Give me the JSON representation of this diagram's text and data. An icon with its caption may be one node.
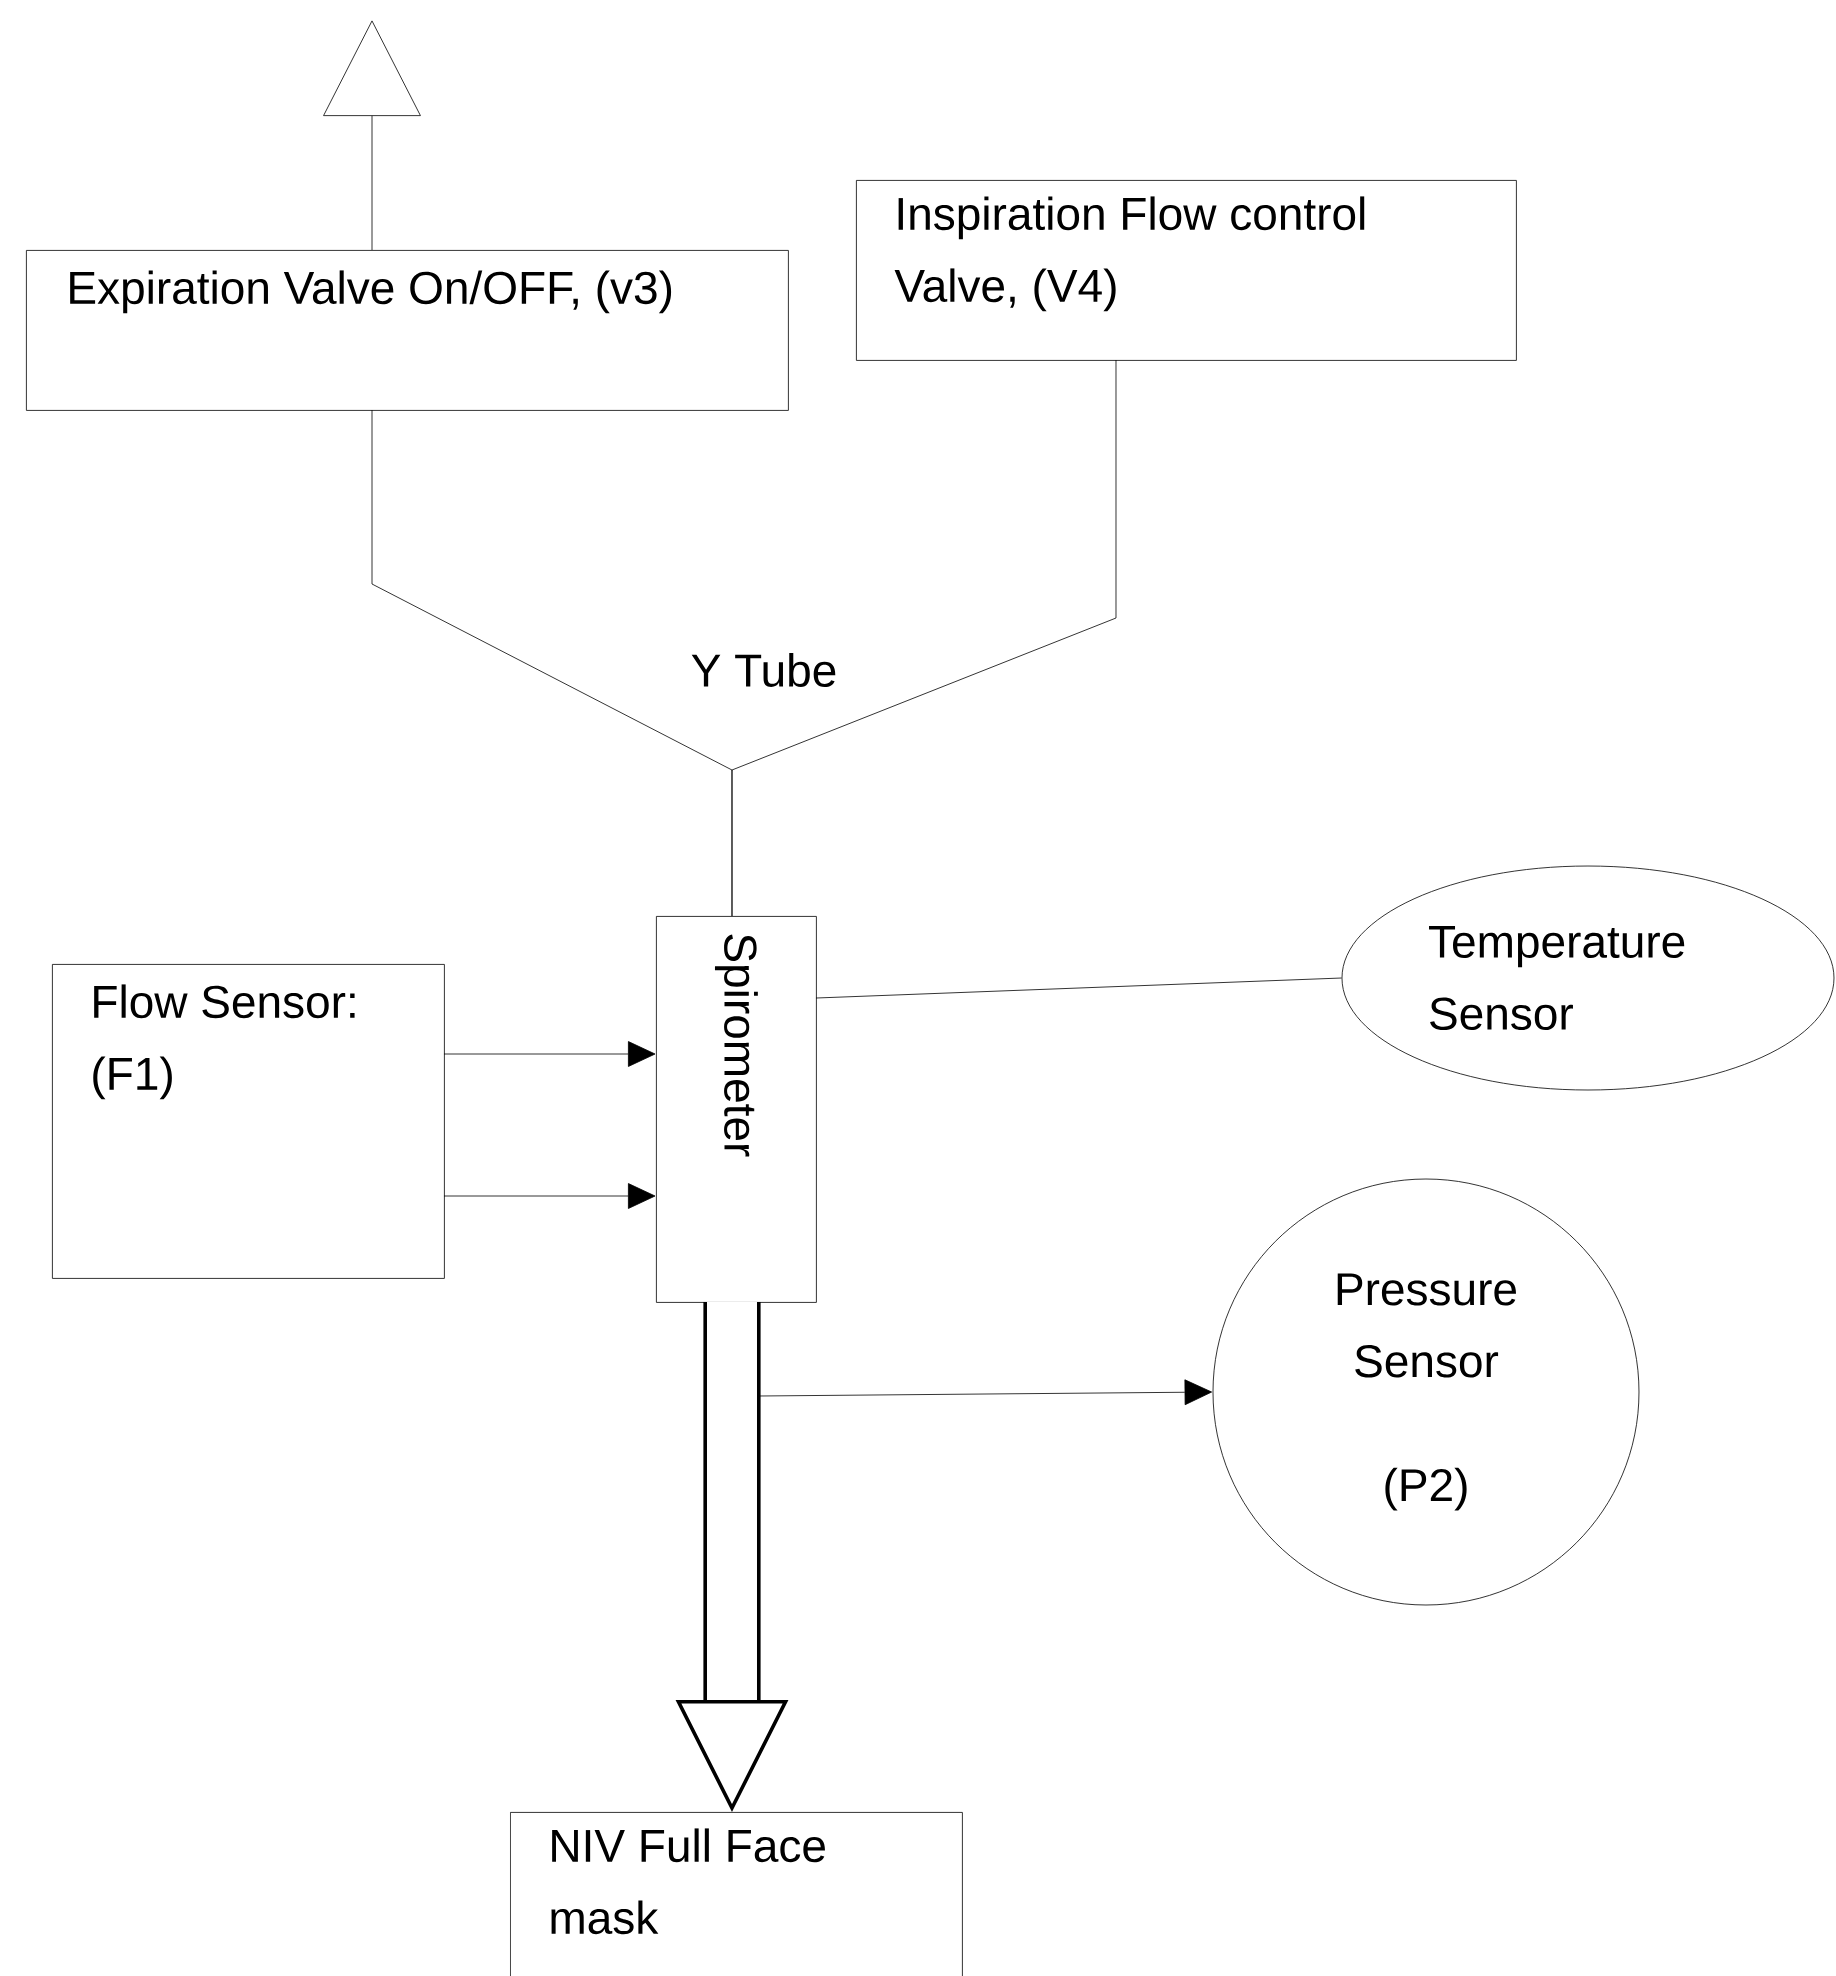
{
  "diagram": {
    "nodes": [
      {
        "text": [
          "Expiration Valve On/OFF, (v3)"
        ]
      },
      {
        "text": [
          "Inspiration Flow control Valve, (V4)"
        ]
      },
      {
        "text": [
          "Flow Sensor: (F1)"
        ]
      },
      {
        "text": [
          "Spirometer"
        ]
      },
      {
        "text": [
          "Temperature Sensor"
        ]
      },
      {
        "text": [
          "Pressure Sensor",
          "(P2)"
        ]
      },
      {
        "text": [
          "NIV Full Face mask"
        ]
      }
    ],
    "edges": [
      {
        "from": 0,
        "to": null,
        "arrow": "to"
      },
      {
        "from": 0,
        "to": 3,
        "arrow": "none"
      },
      {
        "from": 1,
        "to": 3,
        "arrow": "none"
      },
      {
        "from": 2,
        "to": 3,
        "arrow": "to"
      },
      {
        "from": 2,
        "to": 3,
        "arrow": "to"
      },
      {
        "from": 3,
        "to": 4,
        "arrow": "none"
      },
      {
        "from": 3,
        "to": 5,
        "arrow": "to"
      },
      {
        "from": 3,
        "to": 6,
        "arrow": "to",
        "style": "thick"
      }
    ],
    "labels": [
      "Y Tube"
    ]
  }
}
